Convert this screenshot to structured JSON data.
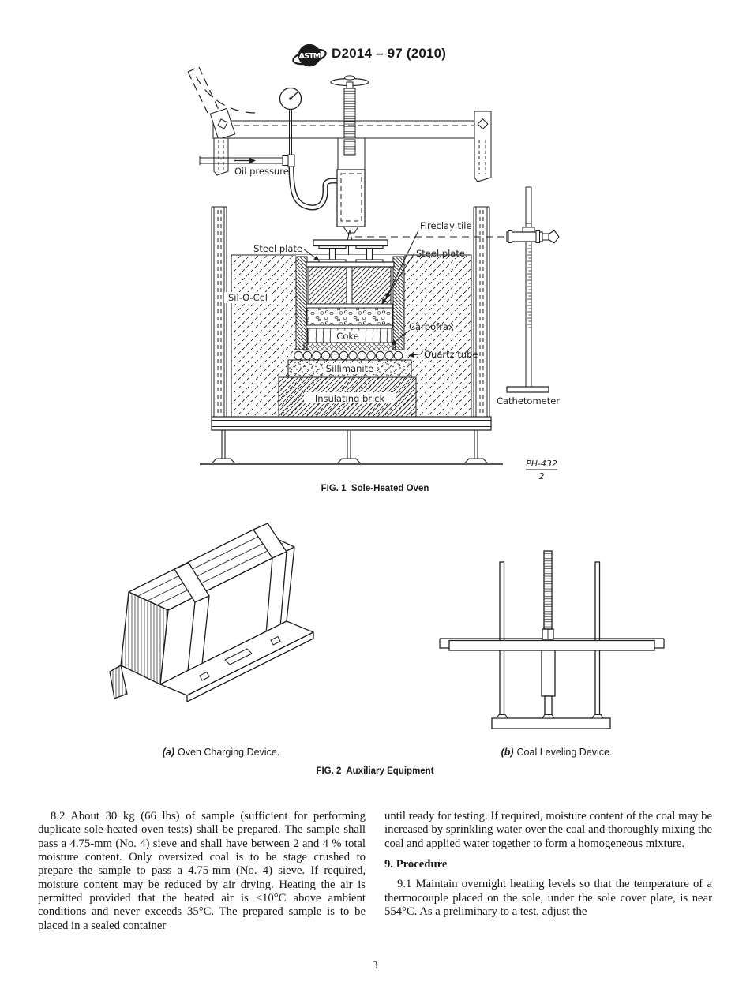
{
  "header": {
    "logo_text": "ASTM",
    "title": "D2014 – 97 (2010)"
  },
  "fig1": {
    "caption": "FIG. 1  Sole-Heated Oven",
    "labels": {
      "oil_pressure": "Oil pressure",
      "fireclay_tile": "Fireclay tile",
      "steel_plate_left": "Steel plate",
      "steel_plate_right": "Steel plate",
      "sil_o_cel": "Sil-O-Cel",
      "coke": "Coke",
      "carbofrax": "Carbofrax",
      "quartz_tube": "Quartz tube",
      "sillimanite": "Sillimanite",
      "insulating_brick": "Insulating brick",
      "cathetometer": "Cathetometer",
      "drawing_number": "PH-432",
      "drawing_sheet": "2"
    }
  },
  "fig2": {
    "caption": "FIG. 2  Auxiliary Equipment",
    "a": {
      "prefix": "(a)",
      "label": "Oven Charging Device."
    },
    "b": {
      "prefix": "(b)",
      "label": "Coal Leveling Device."
    }
  },
  "body": {
    "para_8_2": "8.2 About 30 kg (66 lbs) of sample (sufficient for performing duplicate sole-heated oven tests) shall be prepared. The sample shall pass a 4.75-mm (No. 4) sieve and shall have between 2 and 4 % total moisture content. Only oversized coal is to be stage crushed to prepare the sample to pass a 4.75-mm (No. 4) sieve. If required, moisture content may be reduced by air drying. Heating the air is permitted provided that the heated air is ≤10°C above ambient conditions and never exceeds 35°C. The prepared sample is to be placed in a sealed container",
    "para_8_2_cont": "until ready for testing. If required, moisture content of the coal may be increased by sprinkling water over the coal and thoroughly mixing the coal and applied water together to form a homogeneous mixture.",
    "heading_9": "9. Procedure",
    "para_9_1": "9.1 Maintain overnight heating levels so that the temperature of a thermocouple placed on the sole, under the sole cover plate, is near 554°C. As a preliminary to a test, adjust the"
  },
  "footer": {
    "page_number": "3"
  }
}
